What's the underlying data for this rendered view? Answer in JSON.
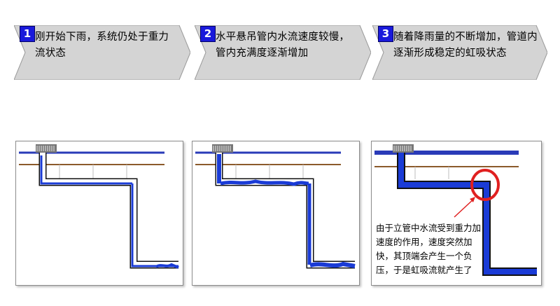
{
  "steps": [
    {
      "number": "1",
      "text": "刚开始下雨，系统仍处于重力流状态"
    },
    {
      "number": "2",
      "text": "水平悬吊管内水流速度较慢，管内充满度逐渐增加"
    },
    {
      "number": "3",
      "text": "随着降雨量的不断增加，管道内逐渐形成稳定的虹吸状态"
    }
  ],
  "annotation": "由于立管中水流受到重力加速度的作用，速度突然加快，其顶端会产生一个负压，于是虹吸流就产生了",
  "colors": {
    "badge": "#1a1adb",
    "pipe_water": "#1a3bd6",
    "roof_line_blue": "#2a3bb8",
    "roof_line_brown": "#8b5a2b",
    "highlight_circle": "#e02020",
    "arrow": "#e02020"
  },
  "icons": [
    "roof-drain-icon",
    "pipe-icon",
    "arrow-icon",
    "circle-highlight-icon"
  ]
}
